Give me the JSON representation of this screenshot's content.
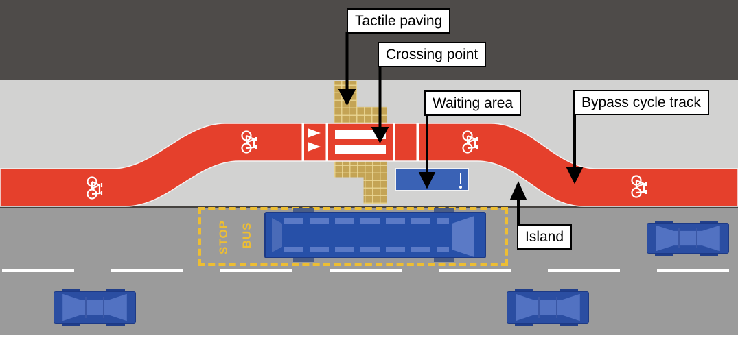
{
  "diagram": {
    "subject": "Bus stop bypass cycle track layout (top view)",
    "callouts": {
      "tactile_paving": "Tactile paving",
      "crossing_point": "Crossing point",
      "waiting_area": "Waiting area",
      "bypass_cycle_track": "Bypass cycle track",
      "island": "Island"
    },
    "road_markings": {
      "bus_word": "BUS",
      "stop_word": "STOP"
    },
    "icons": [
      "bicycle-icon (x4 on cycle track)",
      "give-way-triangle-icon (x2)",
      "crossing-stripe (x2)",
      "bus-top-view",
      "car-top-view (x3)",
      "waiting-pole-icon",
      "callout-arrow (x5)"
    ],
    "colors": {
      "cycle_track_red": "#e5402c",
      "tactile_tan": "#c4a455",
      "sidewalk_gray": "#d2d2d1",
      "building_band_gray": "#4e4b49",
      "road_gray": "#9b9b9b",
      "marking_yellow": "#edbe33",
      "vehicle_blue": "#2b4ea2",
      "waiting_area_blue": "#3a62b5",
      "marking_white": "#ffffff"
    }
  }
}
